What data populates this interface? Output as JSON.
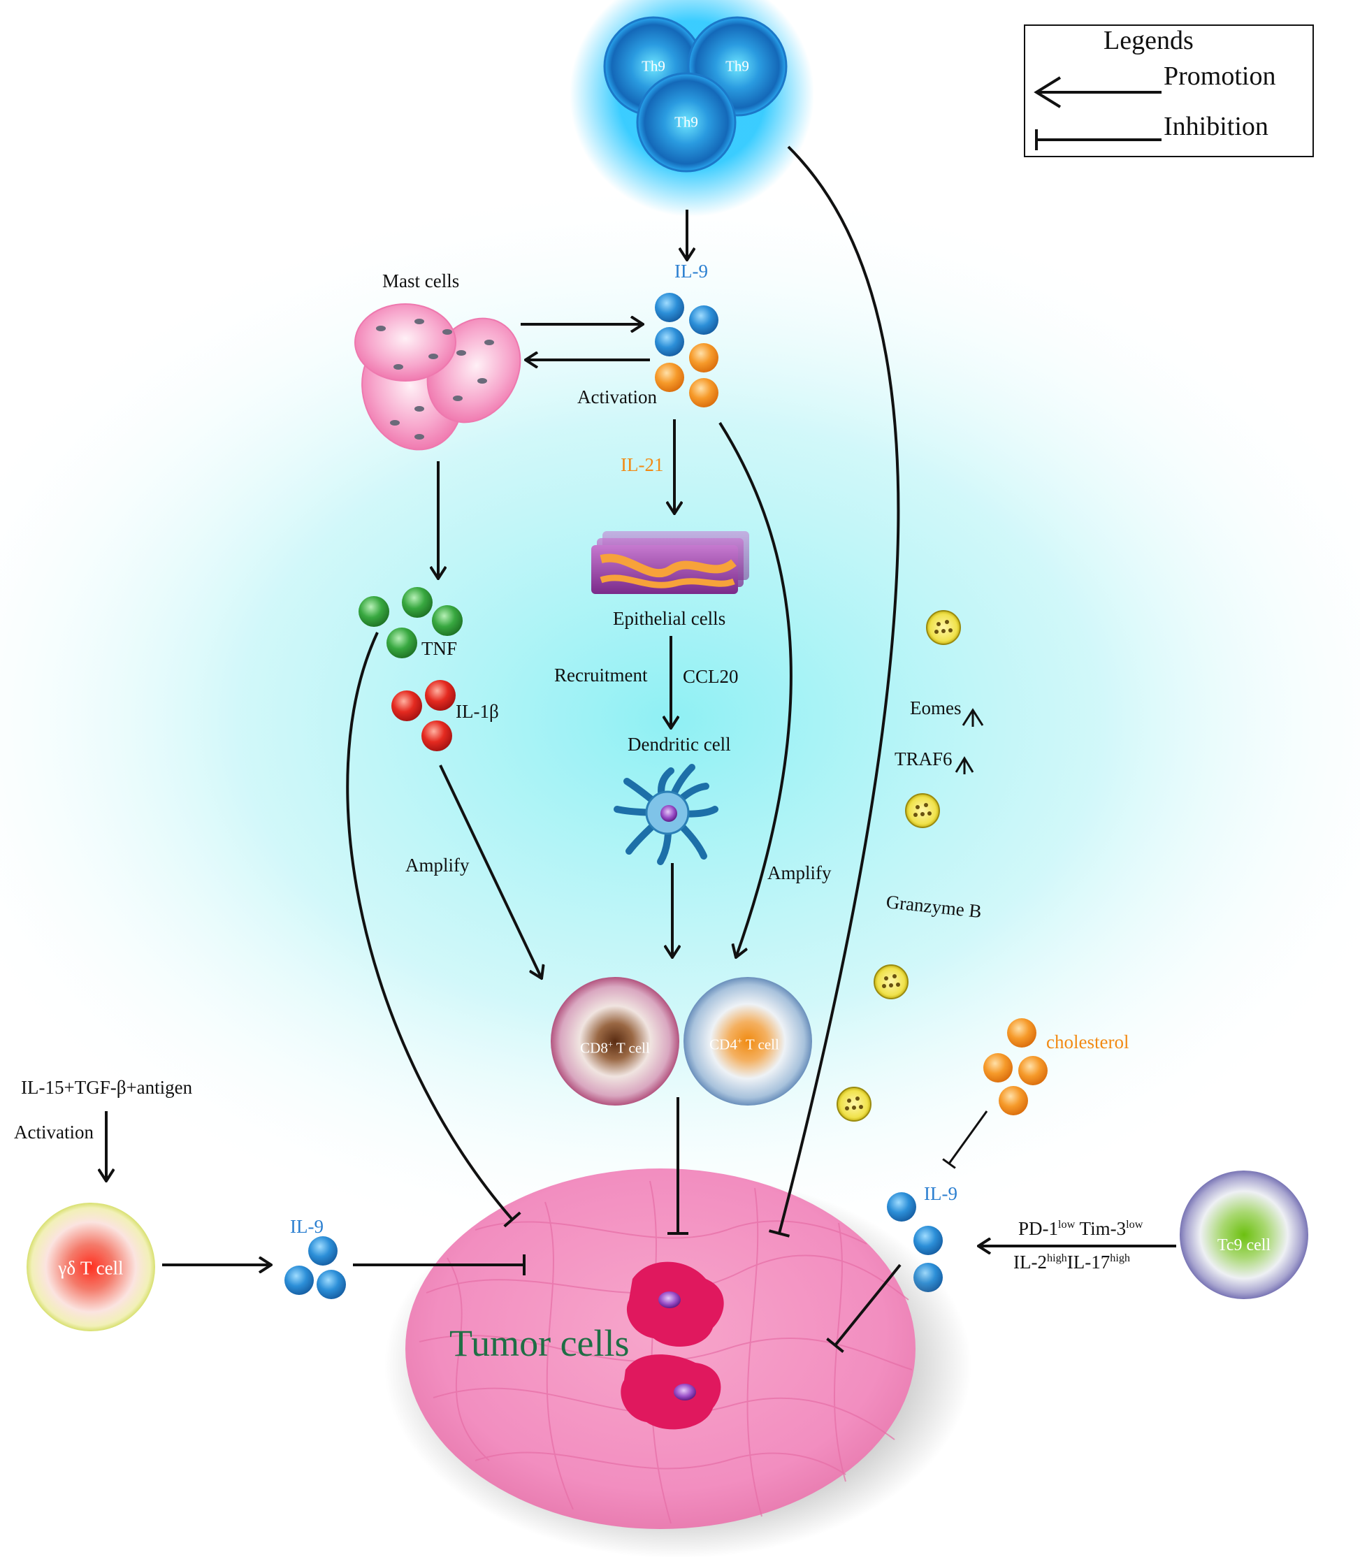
{
  "legend": {
    "title": "Legends",
    "promotion": "Promotion",
    "inhibition": "Inhibition"
  },
  "cells": {
    "th9": "Th9",
    "mast": "Mast cells",
    "epithelial": "Epithelial cells",
    "dendritic": "Dendritic cell",
    "cd8": "CD8",
    "cd8_sup": "+",
    "cd8_rest": " T cell",
    "cd4": "CD4",
    "cd4_sup": "+",
    "cd4_rest": " T cell",
    "gd": "γδ T cell",
    "tc9": "Tc9 cell",
    "tumor": "Tumor cells"
  },
  "labels": {
    "il9_top": "IL-9",
    "activation_top": "Activation",
    "il21": "IL-21",
    "tnf": "TNF",
    "il1b": "IL-1β",
    "recruitment": "Recruitment",
    "ccl20": "CCL20",
    "amplify_left": "Amplify",
    "amplify_right": "Amplify",
    "eomes": "Eomes",
    "traf6": "TRAF6",
    "granzyme": "Granzyme B",
    "cholesterol": "cholesterol",
    "il9_right": "IL-9",
    "il9_left": "IL-9",
    "il15": "IL-15+TGF-β+antigen",
    "activation_left": "Activation",
    "pd1": "PD-1",
    "pd1_sup": "low",
    "tim3": " Tim-3",
    "tim3_sup": "low",
    "il2": "IL-2",
    "il2_sup": "high",
    "il17": "IL-17",
    "il17_sup": "high"
  },
  "colors": {
    "il9": "#2b7fd0",
    "il21": "#f28a14",
    "tnf": "#2f9a3a",
    "il1b": "#d82020",
    "tumor_fill": "#f08dbd",
    "glow": "#9ff1f5"
  }
}
